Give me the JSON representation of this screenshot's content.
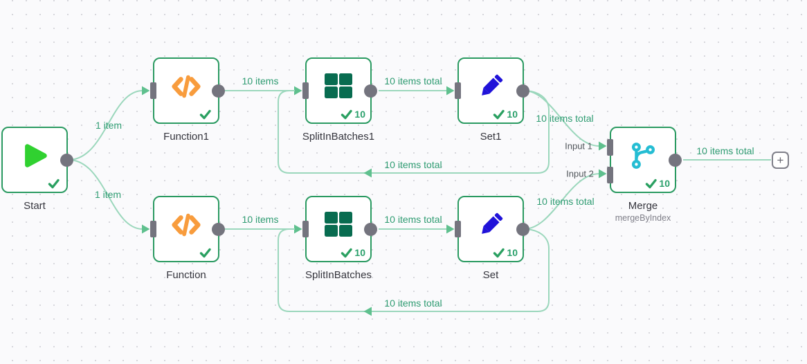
{
  "app": "workflow-canvas",
  "colors": {
    "node_border": "#2a9a61",
    "wire": "#9bd7bc",
    "arrow": "#5fc08e",
    "label_green": "#2f9c72",
    "connector_gray": "#74747e",
    "icon_orange": "#f89c3d",
    "icon_dark_green": "#086c50",
    "icon_blue": "#2012d9",
    "icon_cyan": "#25bdd3",
    "icon_bright_green": "#30d130",
    "check_green": "#2aa061"
  },
  "nodes": [
    {
      "id": "start",
      "label": "Start",
      "icon": "play-icon",
      "count": ""
    },
    {
      "id": "function1",
      "label": "Function1",
      "icon": "code-icon",
      "count": ""
    },
    {
      "id": "splitinbatches1",
      "label": "SplitInBatches1",
      "icon": "grid-icon",
      "count": "10"
    },
    {
      "id": "set1",
      "label": "Set1",
      "icon": "pencil-icon",
      "count": "10"
    },
    {
      "id": "function",
      "label": "Function",
      "icon": "code-icon",
      "count": ""
    },
    {
      "id": "splitinbatches",
      "label": "SplitInBatches",
      "icon": "grid-icon",
      "count": "10"
    },
    {
      "id": "set",
      "label": "Set",
      "icon": "pencil-icon",
      "count": "10"
    },
    {
      "id": "merge",
      "label": "Merge",
      "subtitle": "mergeByIndex",
      "icon": "merge-branch-icon",
      "count": "10"
    }
  ],
  "merge_inputs": {
    "input1": "Input 1",
    "input2": "Input 2"
  },
  "connection_labels": {
    "start_function1": "1 item",
    "start_function": "1 item",
    "function1_sib1": "10 items",
    "function_sib": "10 items",
    "sib1_set1": "10 items total",
    "sib_set": "10 items total",
    "set1_merge": "10 items total",
    "set_merge": "10 items total",
    "loop_top": "10 items total",
    "loop_bottom": "10 items total",
    "merge_out": "10 items total"
  },
  "plus_button": {
    "icon": "plus-icon",
    "glyph": "+"
  }
}
